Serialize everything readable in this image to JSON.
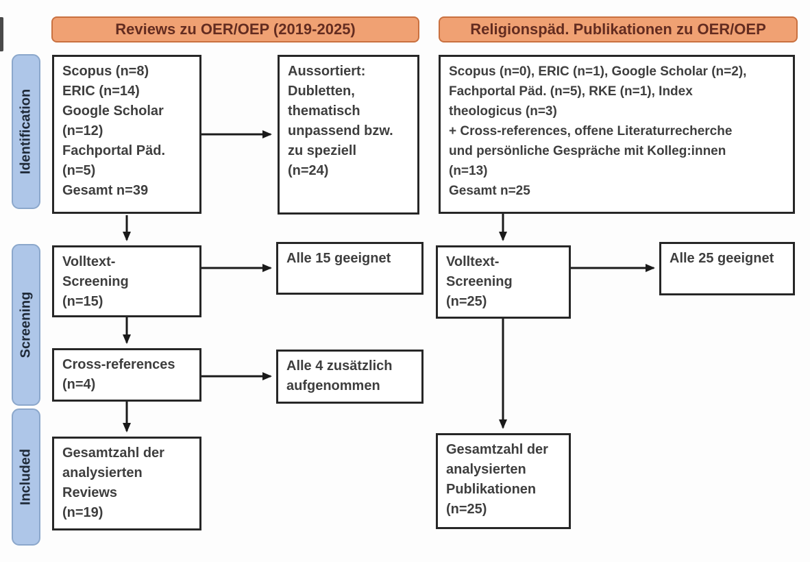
{
  "headers": {
    "left": "Reviews zu OER/OEP (2019-2025)",
    "right": "Religionspäd. Publikationen zu OER/OEP"
  },
  "stage_labels": {
    "identification": "Identification",
    "screening": "Screening",
    "included": "Included"
  },
  "left_column": {
    "identification_sources": "Scopus (n=8)\nERIC (n=14)\nGoogle Scholar\n(n=12)\nFachportal Päd.\n(n=5)\nGesamt n=39",
    "sorted_out": "Aussortiert:\nDubletten,\nthematisch\nunpassend bzw.\nzu speziell\n(n=24)",
    "fulltext_screening": "Volltext-\nScreening\n(n=15)",
    "all_suitable": "Alle 15 geeignet",
    "cross_references": "Cross-references\n(n=4)",
    "additional_included": "Alle 4 zusätzlich\naufgenommen",
    "total_analyzed": "Gesamtzahl der\nanalysierten\nReviews\n(n=19)"
  },
  "right_column": {
    "identification_sources": "Scopus (n=0), ERIC (n=1), Google Scholar (n=2),\nFachportal Päd. (n=5), RKE (n=1), Index\ntheologicus (n=3)\n+ Cross-references, offene Literaturrecherche\nund persönliche Gespräche mit Kolleg:innen\n(n=13)\nGesamt n=25",
    "fulltext_screening": "Volltext-\nScreening\n(n=25)",
    "all_suitable": "Alle 25 geeignet",
    "total_analyzed": "Gesamtzahl der\nanalysierten\nPublikationen\n(n=25)"
  },
  "colors": {
    "header_fill": "#F0A173",
    "header_border": "#C9703F",
    "header_text": "#632C20",
    "stage_fill": "#AEC6E8",
    "stage_border": "#8BA7CB",
    "stage_text": "#1F2A38",
    "box_border": "#262626",
    "box_text": "#3E3E3E",
    "arrow": "#1A1A1A"
  }
}
